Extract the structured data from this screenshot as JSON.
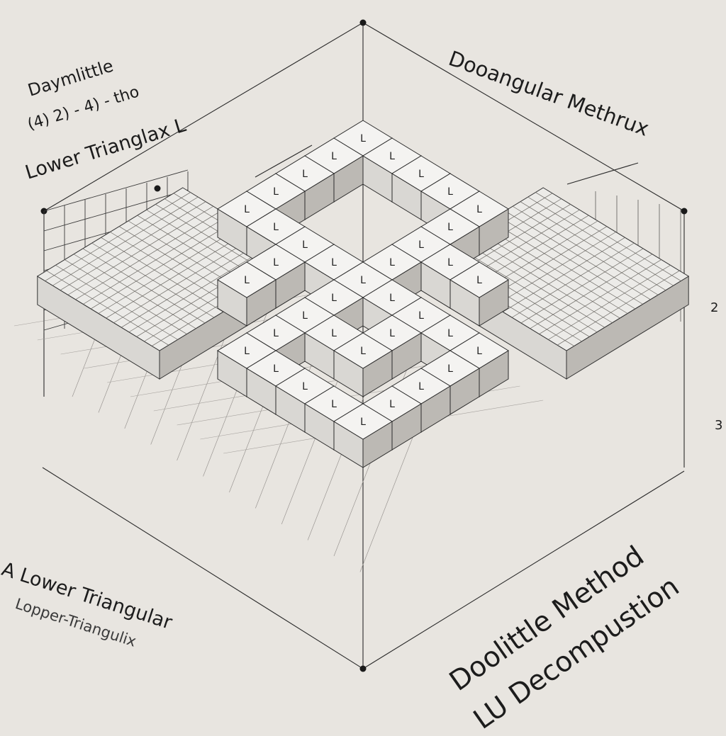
{
  "texts": {
    "top_left_1": "Daymlittle",
    "top_left_2": "(4) 2) - 4) - tho",
    "top_left_3": "Lower Trianglax L",
    "top_right_1": "Dooangular Methrux",
    "right_2": "2",
    "right_3": "3",
    "bottom_left_1": "A Lower Triangular",
    "bottom_left_2": "Lopper-Triangulix",
    "bottom_right_1": "Doolittle Method",
    "bottom_right_2": "LU Decompustion",
    "cube_letter": "L"
  },
  "colors": {
    "background": "#e8e5e0",
    "ink": "#1c1c1c",
    "block_top": "#f4f3f1",
    "block_side_light": "#d9d7d3",
    "block_side_dark": "#bcb9b4"
  }
}
